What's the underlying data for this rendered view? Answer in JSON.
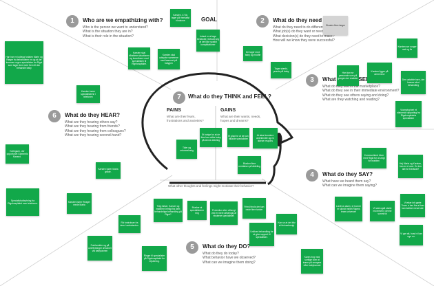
{
  "goal_label": "GOAL",
  "sections": {
    "empathize": {
      "number": "1",
      "title": "Who are we empathizing with?",
      "questions": [
        "Who is the person we want to understand?",
        "What is the situation they are in?",
        "What is their role in the situation?"
      ]
    },
    "do": {
      "number": "2",
      "title": "What do they need to DO?",
      "questions": [
        "What do they need to do differently?",
        "What job(s) do they want or need to get done?",
        "What decision(s) do they need to make?",
        "How will we know they were successful?"
      ]
    },
    "see": {
      "number": "3",
      "title": "What do they SEE?",
      "questions": [
        "What do they see in the marketplace?",
        "What do they see in their immediate environment?",
        "What do they see others saying and doing?",
        "What are they watching and reading?"
      ]
    },
    "say": {
      "number": "4",
      "title": "What do they SAY?",
      "questions": [
        "What have we heard them say?",
        "What can we imagine them saying?"
      ]
    },
    "doobs": {
      "number": "5",
      "title": "What do they DO?",
      "questions": [
        "What do they do today?",
        "What behavior have we observed?",
        "What can we imagine them doing?"
      ]
    },
    "hear": {
      "number": "6",
      "title": "What do they HEAR?",
      "questions": [
        "What are they hearing others say?",
        "What are they hearing from friends?",
        "What are they hearing from colleagues?",
        "What are they hearing second-hand?"
      ]
    },
    "think": {
      "number": "7",
      "title": "What do they THINK and FEEL?",
      "pains_label": "PAINS",
      "pains_q": "What are their fears, frustrations and anxieties?",
      "gains_label": "GAINS",
      "gains_q": "What are their wants, needs, hopes and dreams?",
      "other": "What other thoughts and feelings might motivate their behavior?"
    }
  },
  "notes": {
    "n01": "Karsten, 47 år, tager på mentalist hindsone",
    "n02": "Karsten skal håndtere situationen og koordinere med specialisten til Rigshospitalet.",
    "n03": "Karsten skal udstyrke samrenne med lsammel på hatygen",
    "n04": "Indsat er at tage behandle, forbudt seg at det ikke spaikit komplikationer",
    "n05": "De tager med baby og modfle",
    "n06": "Tager stærkt, præcis på baby",
    "n07": "Skuster-flere tæger",
    "n08": "Karsten ser sorger rest og fiz",
    "n09": "Han har en kollega fortalen Marie og Rieger fra behandlerm en og at der kommer nogen specialister fra Rigst som tager dem med frem til den behandle baby",
    "n10": "Karsten hører specialisterne i telefonen",
    "n11": "Kollegaen, der opportunet Gammels Marsed.",
    "n12": "Karsten hører Maria gråde.",
    "n13": "Specialistudbyrtning fra Rigshospitalet over telefonen.",
    "n14": "Karsten hører Reager mede Maria",
    "n15": "Han kan se personale som på gangen der snakker",
    "n16": "Karsten ligger på ømreveror",
    "n17": "Den ustabile barn, der kræver akut behandling",
    "n18": "Vkamptypheri et statomsk rapporting fra Rigshospitalets specialister",
    "n19": "Tider og ortonmeleskg",
    "n20": "Et borige for at de ikke kan mikle baby på denne afdeling",
    "n21": "Et glad for at de kan tilkalde specialister",
    "n22": "At akse kunstere anerkendte og en ikkese respons",
    "n23": "Blusker flere nertdalser på afdeling",
    "n24": "Tæg følser, Karsret og matieren herligt fra dem behandelige behandling på Rigst?",
    "n25": "Blusker at specialisterne ring",
    "n26": "Protection eller afhengt ved er mere afhængig af eksterne specialister.",
    "n27": "Frinsl thruls der kan nede flere tanker",
    "n28": "Kan se at det bliv et thrinsebesigt",
    "n29": "Unilkrer behandling for at give support til specialister.",
    "n30": "Karen ring med sortlige som at trame på smagers efter babyhannet",
    "n31": "Får instrukser fra dem i ambulanten.",
    "n32": "Forklarelder og på overflytninger af barnet via babyrannen",
    "n33": "Ringer til specialister på Rigshospitalet for rejsetning.",
    "n34": "Kommunikerd blom med Rigst for at uvigt for brabber.",
    "n35": "Hej Maria og Karsten, han er et over. Er den løb for tvedskal?",
    "n36": "Lædt os alsen, er borner er skindt mellet Rigens team universer",
    "n37": "Vi skal også starte movemeni i denne sunmi tid",
    "n38": "Vi elser inh gørte Troen e hav fire al han kan bække meset ate",
    "n39": "Vi gør alt, hvad vi kan nge nu."
  }
}
